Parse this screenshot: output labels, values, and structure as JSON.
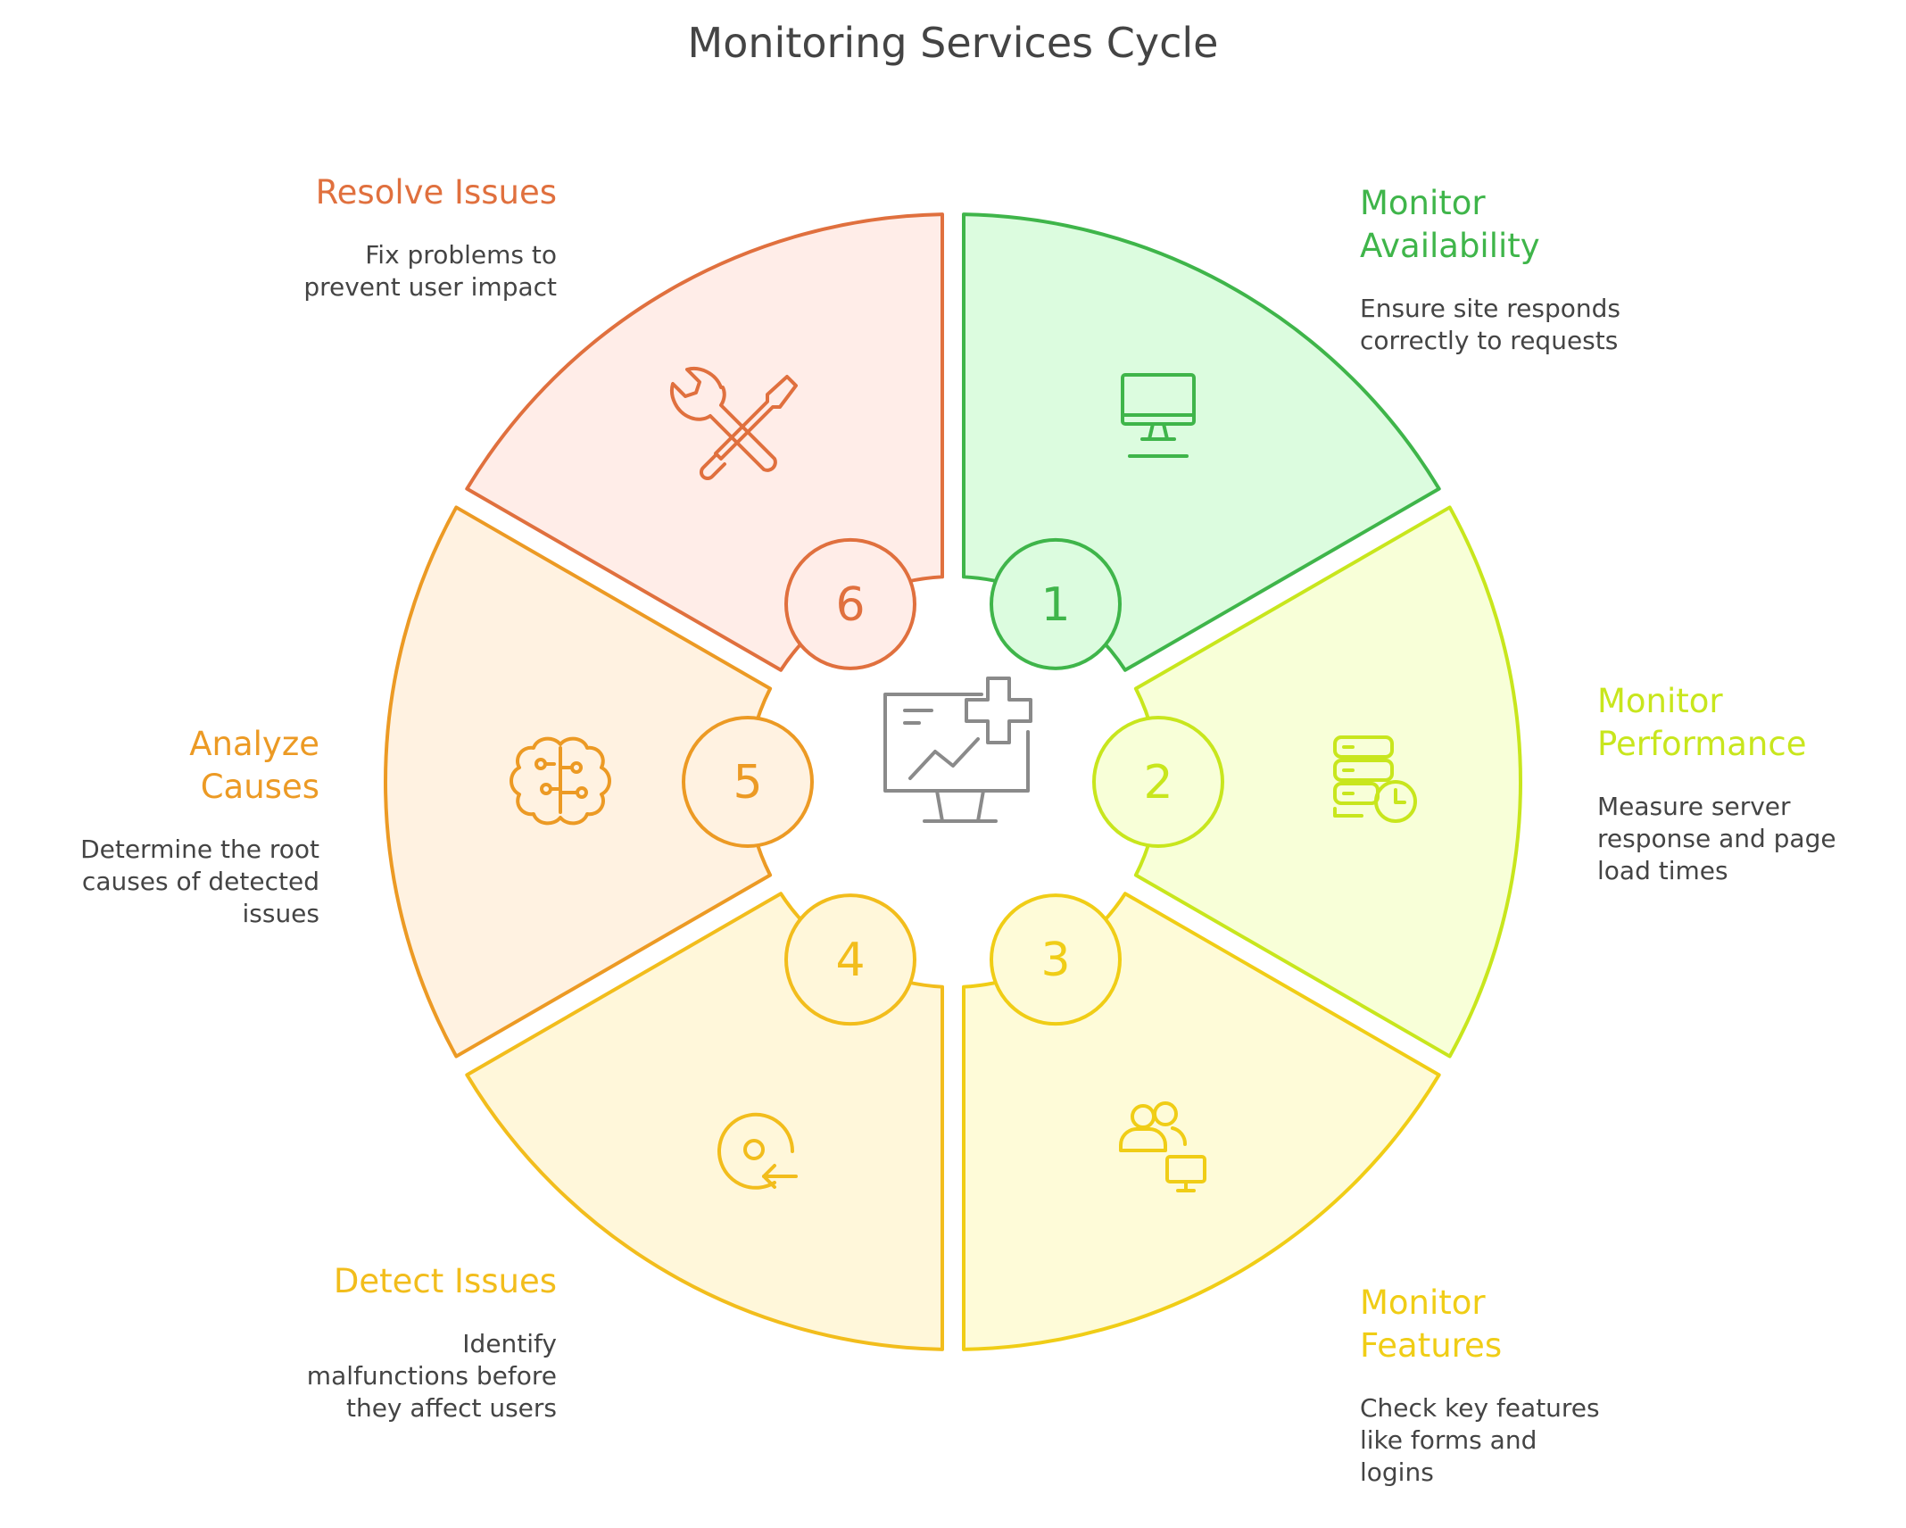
{
  "title": "Monitoring Services Cycle",
  "center_icon": "monitoring-screen-plus-icon",
  "steps": [
    {
      "number": "1",
      "title": "Monitor\nAvailability",
      "description": "Ensure site responds\ncorrectly to requests",
      "icon": "monitor-icon",
      "color": "#3fb54a",
      "fill": "#dcfcdf"
    },
    {
      "number": "2",
      "title": "Monitor\nPerformance",
      "description": "Measure server\nresponse and page\nload times",
      "icon": "server-clock-icon",
      "color": "#c8e61d",
      "fill": "#f8ffd8"
    },
    {
      "number": "3",
      "title": "Monitor\nFeatures",
      "description": "Check key features\nlike forms and\nlogins",
      "icon": "users-monitor-icon",
      "color": "#f0cd16",
      "fill": "#fefbd8"
    },
    {
      "number": "4",
      "title": "Detect Issues",
      "description": "Identify\nmalfunctions before\nthey affect users",
      "icon": "detect-arrow-icon",
      "color": "#f2bd1c",
      "fill": "#fff7da"
    },
    {
      "number": "5",
      "title": "Analyze\nCauses",
      "description": "Determine the root\ncauses of detected\nissues",
      "icon": "brain-icon",
      "color": "#ec9a24",
      "fill": "#fff2e1"
    },
    {
      "number": "6",
      "title": "Resolve Issues",
      "description": "Fix problems to\nprevent user impact",
      "icon": "tools-icon",
      "color": "#e0703e",
      "fill": "#ffede8"
    }
  ]
}
